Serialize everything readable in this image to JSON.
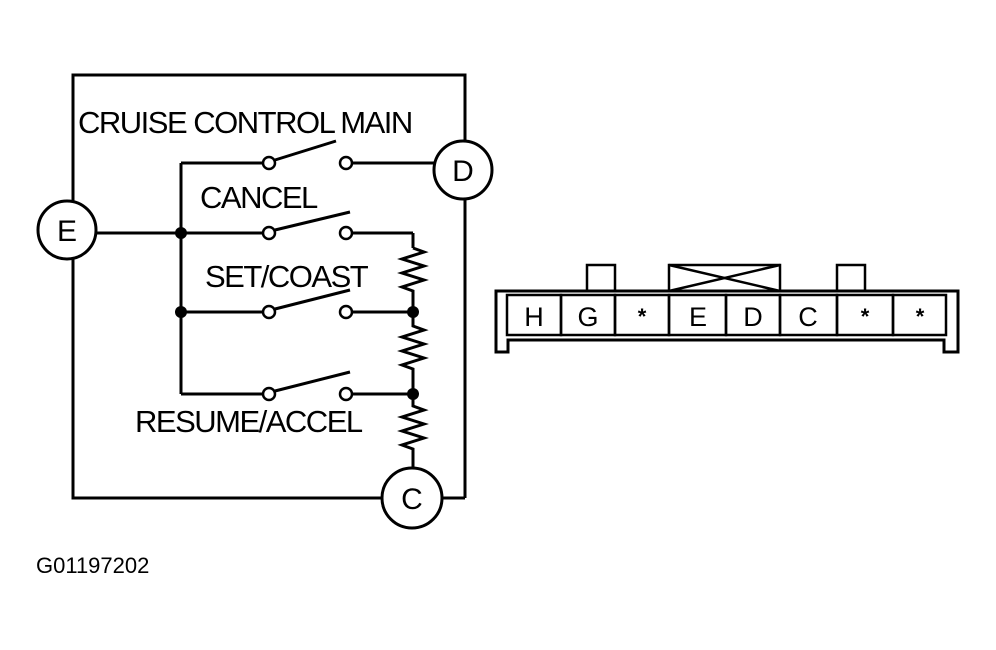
{
  "schematic": {
    "title": "CRUISE CONTROL MAIN",
    "switches": {
      "cancel": "CANCEL",
      "set_coast": "SET/COAST",
      "resume_accel": "RESUME/ACCEL"
    },
    "terminals": {
      "d": "D",
      "e": "E",
      "c": "C"
    }
  },
  "connector": {
    "pins": [
      "H",
      "G",
      "*",
      "E",
      "D",
      "C",
      "*",
      "*"
    ]
  },
  "figure_code": "G01197202"
}
